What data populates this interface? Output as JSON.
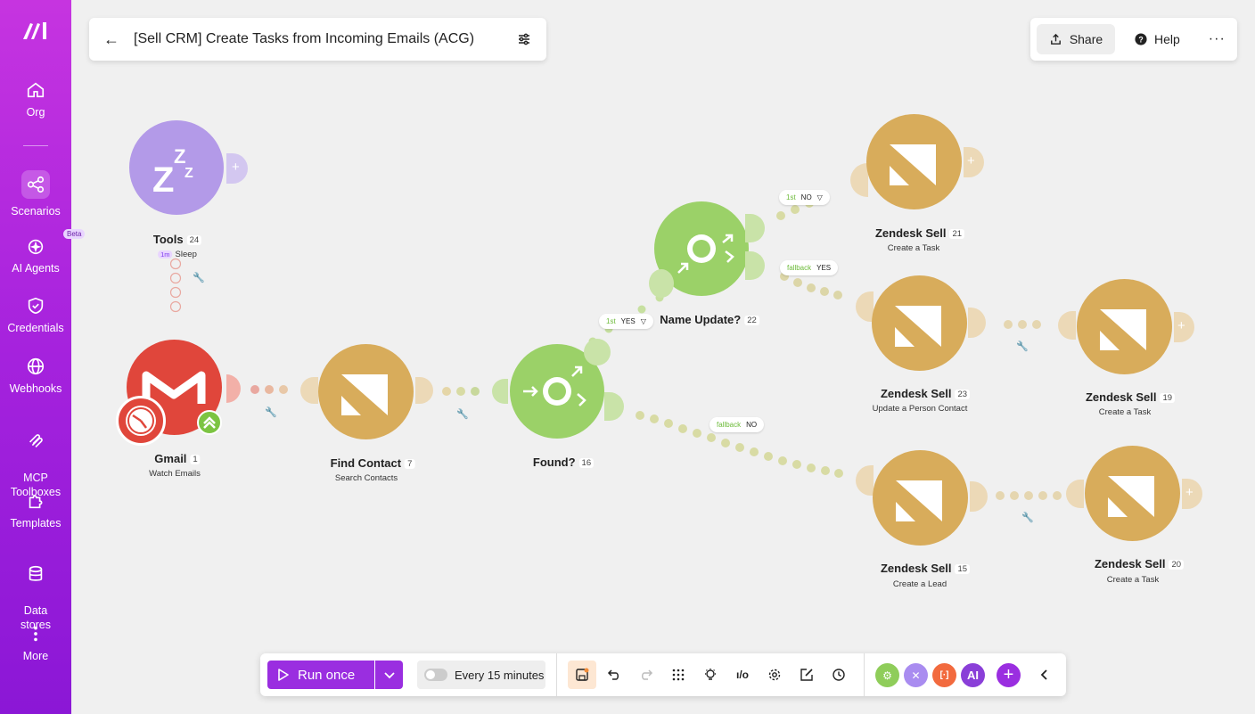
{
  "sidebar": {
    "items": [
      {
        "label": "Org",
        "icon": "home-icon"
      },
      {
        "label": "Scenarios",
        "icon": "share-nodes-icon"
      },
      {
        "label": "AI Agents",
        "icon": "ai-agent-icon",
        "badge": "Beta"
      },
      {
        "label": "Credentials",
        "icon": "shield-icon"
      },
      {
        "label": "Webhooks",
        "icon": "globe-icon"
      },
      {
        "label": "MCP\nToolboxes",
        "icon": "mcp-icon"
      },
      {
        "label": "Templates",
        "icon": "puzzle-icon"
      },
      {
        "label": "Data\nstores",
        "icon": "database-icon"
      },
      {
        "label": "More",
        "icon": "more-vertical-icon"
      }
    ]
  },
  "header": {
    "title": "[Sell CRM] Create Tasks from Incoming Emails (ACG)",
    "share_label": "Share",
    "help_label": "Help"
  },
  "modules": [
    {
      "name": "Tools",
      "id": "24",
      "action": "Sleep",
      "badge": "1m"
    },
    {
      "name": "Gmail",
      "id": "1",
      "action": "Watch Emails"
    },
    {
      "name": "Find Contact",
      "id": "7",
      "action": "Search Contacts"
    },
    {
      "name": "Found?",
      "id": "16",
      "action": ""
    },
    {
      "name": "Name Update?",
      "id": "22",
      "action": ""
    },
    {
      "name": "Zendesk Sell",
      "id": "21",
      "action": "Create a Task"
    },
    {
      "name": "Zendesk Sell",
      "id": "23",
      "action": "Update a Person Contact"
    },
    {
      "name": "Zendesk Sell",
      "id": "19",
      "action": "Create a Task"
    },
    {
      "name": "Zendesk Sell",
      "id": "15",
      "action": "Create a Lead"
    },
    {
      "name": "Zendesk Sell",
      "id": "20",
      "action": "Create a Task"
    }
  ],
  "routes": {
    "found_yes": {
      "order": "1st",
      "cond": "YES"
    },
    "found_no": {
      "order": "fallback",
      "cond": "NO"
    },
    "name_no": {
      "order": "1st",
      "cond": "NO"
    },
    "name_yes": {
      "order": "fallback",
      "cond": "YES"
    }
  },
  "toolbar": {
    "run_label": "Run once",
    "schedule_label": "Every 15 minutes",
    "ai_label": "AI"
  },
  "colors": {
    "sidebar": "#a522dd",
    "accent": "#9a2ee0",
    "zendesk": "#d8ac5b",
    "router": "#9bd168",
    "gmail": "#e0463b",
    "tools": "#b39ae8"
  }
}
